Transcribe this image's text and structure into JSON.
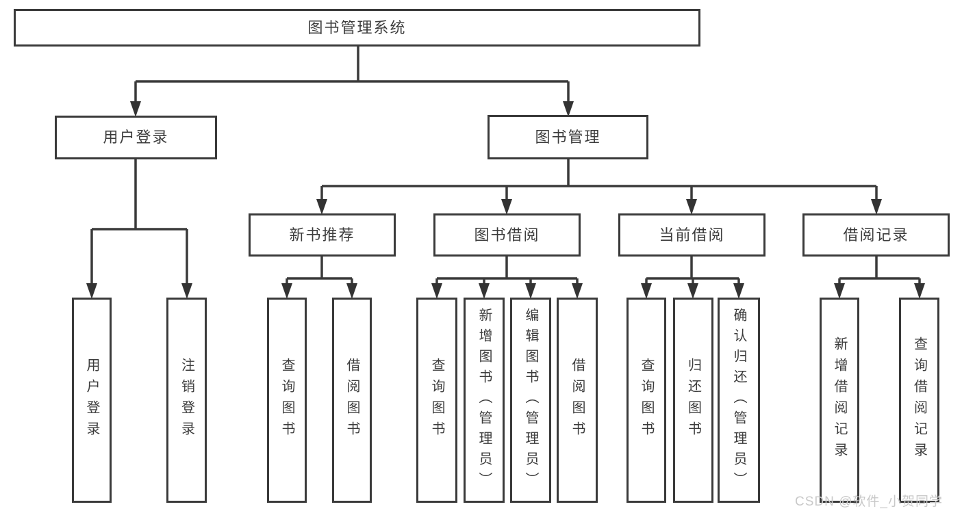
{
  "diagram": {
    "root": {
      "label": "图书管理系统"
    },
    "user_login": {
      "label": "用户登录",
      "children": {
        "login": {
          "label": "用户登录"
        },
        "logout": {
          "label": "注销登录"
        }
      }
    },
    "book_mgmt": {
      "label": "图书管理",
      "children": {
        "new_book": {
          "label": "新书推荐",
          "children": {
            "query": {
              "label": "查询图书"
            },
            "borrow": {
              "label": "借阅图书"
            }
          }
        },
        "borrowing": {
          "label": "图书借阅",
          "children": {
            "query": {
              "label": "查询图书"
            },
            "add": {
              "label": "新增图书（管理员）"
            },
            "edit": {
              "label": "编辑图书（管理员）"
            },
            "borrow": {
              "label": "借阅图书"
            }
          }
        },
        "current": {
          "label": "当前借阅",
          "children": {
            "query": {
              "label": "查询图书"
            },
            "return": {
              "label": "归还图书"
            },
            "confirm": {
              "label": "确认归还（管理员）"
            }
          }
        },
        "records": {
          "label": "借阅记录",
          "children": {
            "add": {
              "label": "新增借阅记录"
            },
            "query": {
              "label": "查询借阅记录"
            }
          }
        }
      }
    },
    "watermark": {
      "text": "CSDN @软件_小贺同学"
    },
    "colors": {
      "line": "#3a3a3a",
      "text": "#3c3c3c",
      "watermark": "#c9c9c9",
      "background": "#ffffff"
    }
  }
}
